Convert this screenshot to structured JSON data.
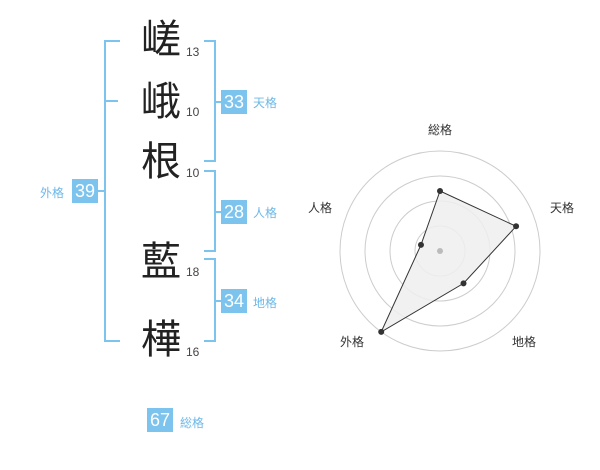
{
  "name": {
    "characters": [
      {
        "char": "嵯",
        "strokes": "13"
      },
      {
        "char": "峨",
        "strokes": "10"
      },
      {
        "char": "根",
        "strokes": "10"
      },
      {
        "char": "藍",
        "strokes": "18"
      },
      {
        "char": "樺",
        "strokes": "16"
      }
    ]
  },
  "kaku": {
    "tenkaku": {
      "value": "33",
      "label": "天格"
    },
    "jinkaku": {
      "value": "28",
      "label": "人格"
    },
    "chikaku": {
      "value": "34",
      "label": "地格"
    },
    "gaikaku": {
      "value": "39",
      "label": "外格"
    },
    "soukaku": {
      "value": "67",
      "label": "総格"
    }
  },
  "chart_data": {
    "type": "radar",
    "axes": [
      "総格",
      "天格",
      "地格",
      "外格",
      "人格"
    ],
    "values": [
      3,
      4,
      2,
      5,
      1
    ],
    "rmax": 5,
    "rings": 4,
    "colors": {
      "ring": "#cccccc",
      "fill": "#eeeeee",
      "line": "#333333",
      "point": "#333333",
      "center": "#bbbbbb"
    }
  }
}
